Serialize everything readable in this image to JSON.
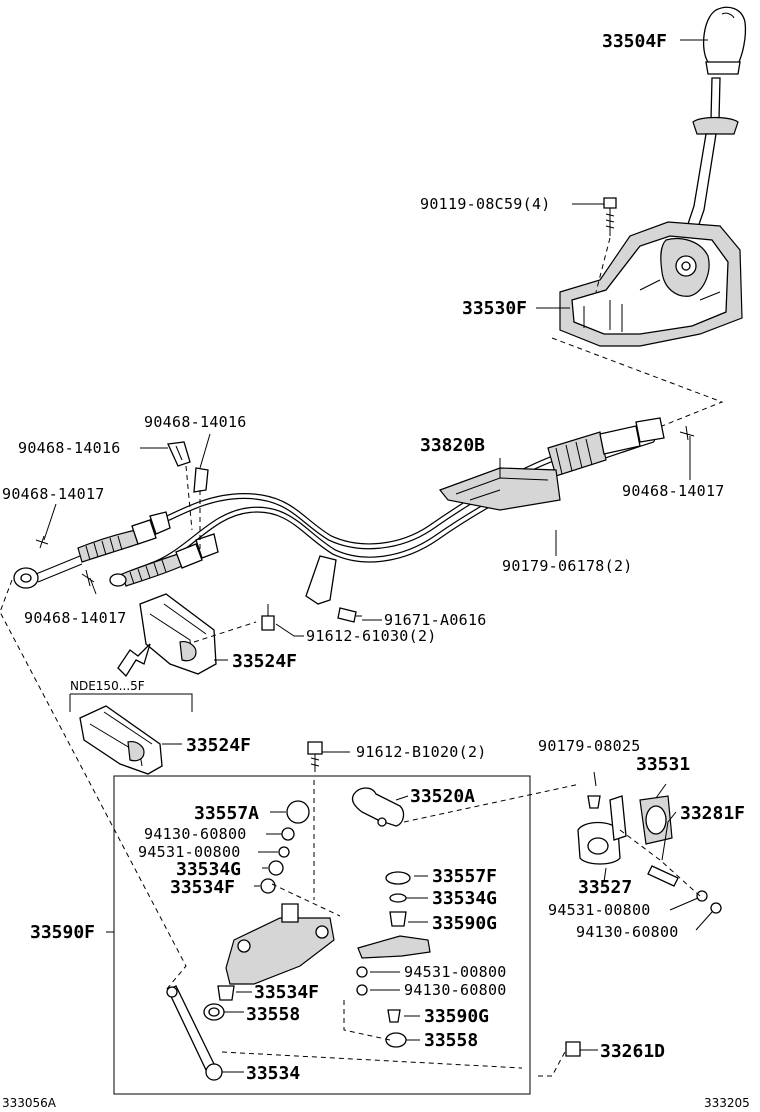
{
  "diagram": {
    "corner_left": "333056A",
    "corner_right": "333205",
    "variant_note": "NDE150...5F",
    "labels": {
      "p33504F": "33504F",
      "p90119": "90119-08C59(4)",
      "p33530F": "33530F",
      "p90468_a": "90468-14016",
      "p90468_b": "90468-14016",
      "p90468_c": "90468-14017",
      "p90468_d": "90468-14017",
      "p90468_e": "90468-14017",
      "p33820B": "33820B",
      "p90179_06178": "90179-06178(2)",
      "p91671": "91671-A0616",
      "p91612_61030": "91612-61030(2)",
      "p33524F_a": "33524F",
      "p33524F_b": "33524F",
      "p91612_B1020": "91612-B1020(2)",
      "p90179_08025": "90179-08025",
      "p33531": "33531",
      "p33281F": "33281F",
      "p33557A": "33557A",
      "p94130_a": "94130-60800",
      "p94531_a": "94531-00800",
      "p33534G_a": "33534G",
      "p33534F_a": "33534F",
      "p33520A": "33520A",
      "p33557F": "33557F",
      "p33534G_b": "33534G",
      "p33590G_a": "33590G",
      "p33527": "33527",
      "p94531_b": "94531-00800",
      "p94130_b": "94130-60800",
      "p33590F": "33590F",
      "p94531_c": "94531-00800",
      "p94130_c": "94130-60800",
      "p33534F_b": "33534F",
      "p33558_a": "33558",
      "p33590G_b": "33590G",
      "p33558_b": "33558",
      "p33261D": "33261D",
      "p33534": "33534"
    }
  }
}
